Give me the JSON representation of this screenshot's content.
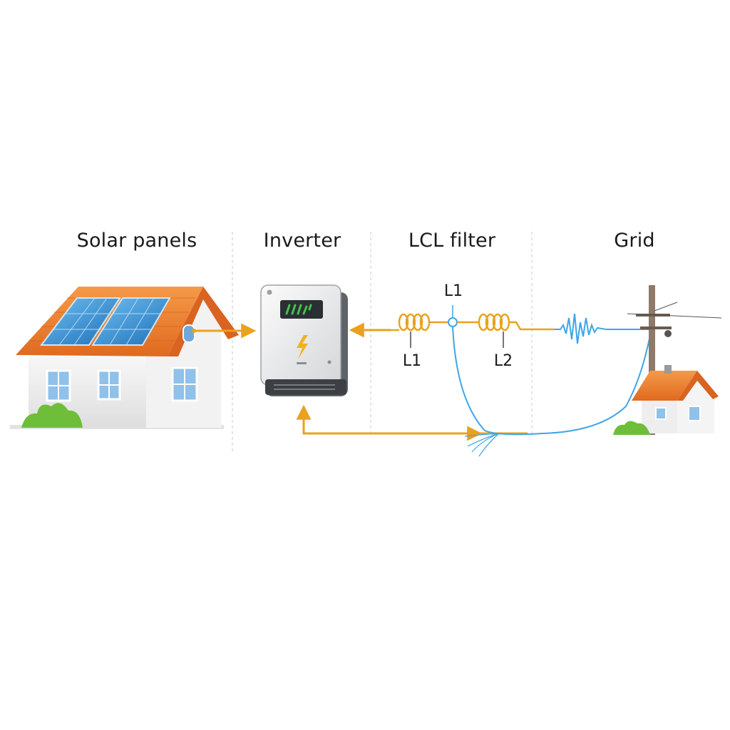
{
  "sections": {
    "solar": "Solar panels",
    "inverter": "Inverter",
    "filter": "LCL filter",
    "grid": "Grid"
  },
  "filter_labels": {
    "node": "L1",
    "left_coil": "L1",
    "right_coil": "L2"
  },
  "colors": {
    "power_flow": "#e9a21f",
    "grid_wave": "#3ea6e6",
    "roof": "#ec7a2a",
    "panel": "#2f86cf",
    "wall": "#eeeeee",
    "grass": "#6fbe3a"
  },
  "icons": [
    "house-with-solar-panels",
    "inverter-box",
    "lightning-icon",
    "inductor-coil",
    "utility-pole",
    "small-house"
  ]
}
